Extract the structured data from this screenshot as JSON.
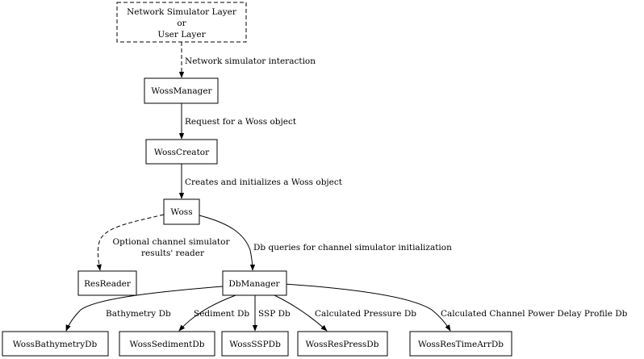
{
  "nodes": {
    "top_layer": {
      "lines": [
        "Network Simulator Layer",
        "or",
        "User Layer"
      ]
    },
    "woss_manager": {
      "label": "WossManager"
    },
    "woss_creator": {
      "label": "WossCreator"
    },
    "woss": {
      "label": "Woss"
    },
    "res_reader": {
      "label": "ResReader"
    },
    "db_manager": {
      "label": "DbManager"
    },
    "bathymetry_db": {
      "label": "WossBathymetryDb"
    },
    "sediment_db": {
      "label": "WossSedimentDb"
    },
    "ssp_db": {
      "label": "WossSSPDb"
    },
    "res_press_db": {
      "label": "WossResPressDb"
    },
    "res_time_arr_db": {
      "label": "WossResTimeArrDb"
    }
  },
  "edges": {
    "sim_interaction": "Network simulator interaction",
    "request_woss": "Request for a Woss object",
    "creates_woss": "Creates and initializes a Woss object",
    "optional_reader": [
      "Optional channel simulator",
      "results' reader"
    ],
    "db_queries": "Db queries for channel simulator initialization",
    "bathymetry": "Bathymetry Db",
    "sediment": "Sediment Db",
    "ssp": "SSP Db",
    "pressure": "Calculated Pressure Db",
    "power_delay": "Calculated Channel Power Delay Profile Db"
  }
}
